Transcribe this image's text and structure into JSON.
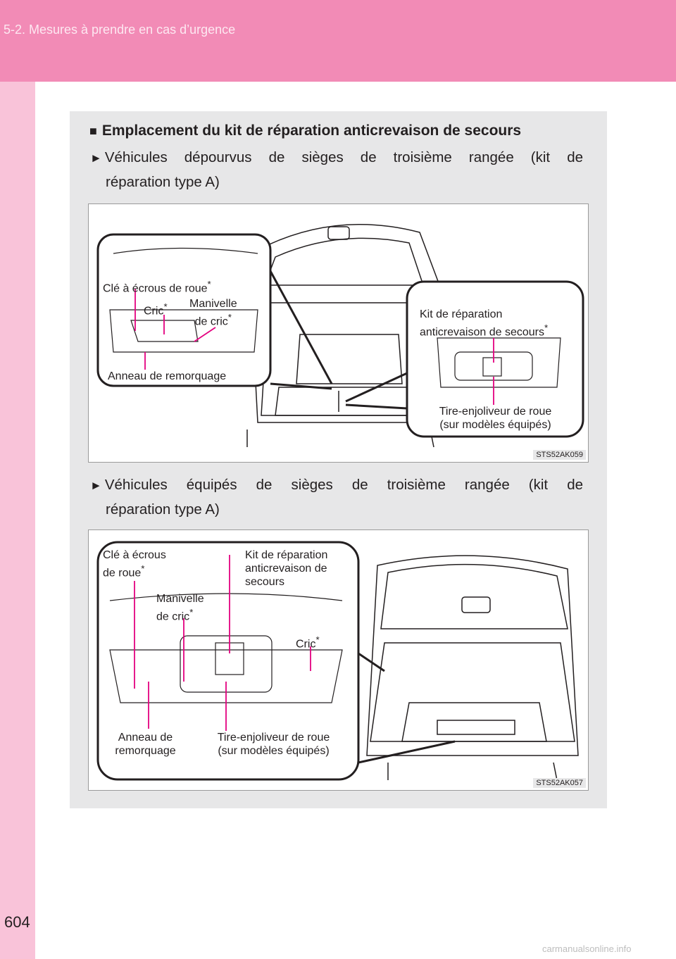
{
  "header": {
    "section": "5-2. Mesures à prendre en cas d’urgence"
  },
  "page_number": "604",
  "heading": {
    "marker": "■",
    "text": "Emplacement du kit de réparation anticrevaison de secours"
  },
  "bullets": [
    {
      "marker": "►",
      "line1": "Véhicules dépourvus de sièges de troisième rangée (kit de",
      "line2": "réparation type A)"
    },
    {
      "marker": "►",
      "line1": "Véhicules équipés de sièges de troisième rangée (kit de",
      "line2": "réparation type A)"
    }
  ],
  "figure1": {
    "code": "STS52AK059",
    "labels": {
      "wrench": "Clé à écrous de roue",
      "jack": "Cric",
      "handle_a": "Manivelle",
      "handle_b": "de cric",
      "towing": "Anneau de remorquage",
      "kit_a": "Kit de réparation",
      "kit_b": "anticrevaison de secours",
      "cap_a": "Tire-enjoliveur de roue",
      "cap_b": "(sur modèles équipés)"
    }
  },
  "figure2": {
    "code": "STS52AK057",
    "labels": {
      "wrench_a": "Clé à écrous",
      "wrench_b": "de roue",
      "kit_a": "Kit de réparation",
      "kit_b": "anticrevaison de",
      "kit_c": "secours",
      "handle_a": "Manivelle",
      "handle_b": "de cric",
      "jack": "Cric",
      "towing_a": "Anneau de",
      "towing_b": "remorquage",
      "cap_a": "Tire-enjoliveur de roue",
      "cap_b": "(sur modèles équipés)"
    }
  },
  "asterisk": "*",
  "watermark": "carmanualsonline.info",
  "colors": {
    "header": "#f28bb6",
    "side": "#f9c3d9",
    "panel": "#e7e7e8",
    "leader": "#e4007f"
  }
}
